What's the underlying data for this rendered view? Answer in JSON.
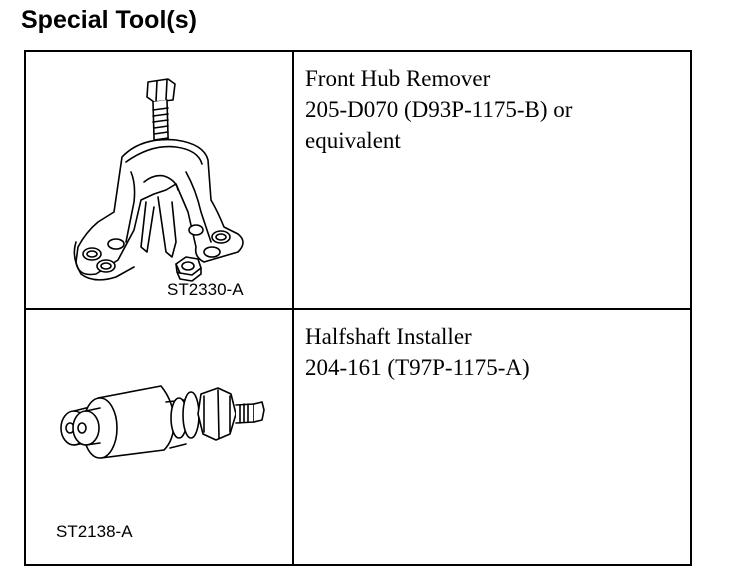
{
  "heading": "Special Tool(s)",
  "tools": [
    {
      "illustration_code": "ST2330-A",
      "illustration_icon": "hub-remover-icon",
      "lines": [
        "Front Hub Remover",
        "205-D070 (D93P-1175-B) or",
        "equivalent"
      ]
    },
    {
      "illustration_code": "ST2138-A",
      "illustration_icon": "halfshaft-installer-icon",
      "lines": [
        "Halfshaft Installer",
        "204-161 (T97P-1175-A)"
      ]
    }
  ]
}
